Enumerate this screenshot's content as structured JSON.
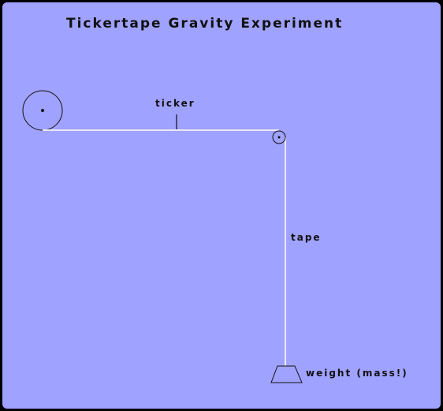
{
  "diagram": {
    "title": "Tickertape Gravity Experiment",
    "labels": {
      "ticker": "ticker",
      "tape": "tape",
      "weight": "weight (mass!)"
    }
  },
  "colors": {
    "background": "#a0a2ff",
    "tape": "#e8e8f4",
    "outline": "#111111",
    "frame": "#000000"
  }
}
